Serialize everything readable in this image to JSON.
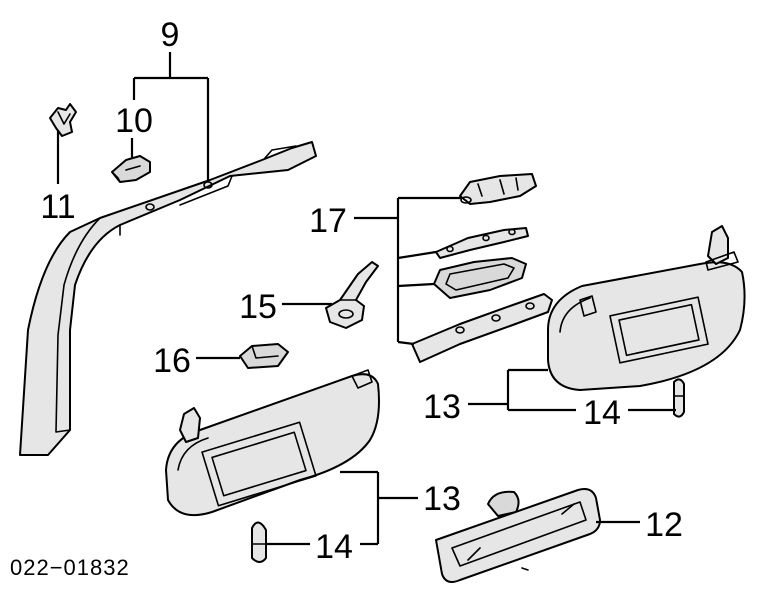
{
  "callouts": {
    "n9": "9",
    "n10": "10",
    "n11": "11",
    "n12": "12",
    "n13_right": "13",
    "n13_left": "13",
    "n14_right": "14",
    "n14_left": "14",
    "n15": "15",
    "n16": "16",
    "n17": "17"
  },
  "diagram_code": "022−01832"
}
